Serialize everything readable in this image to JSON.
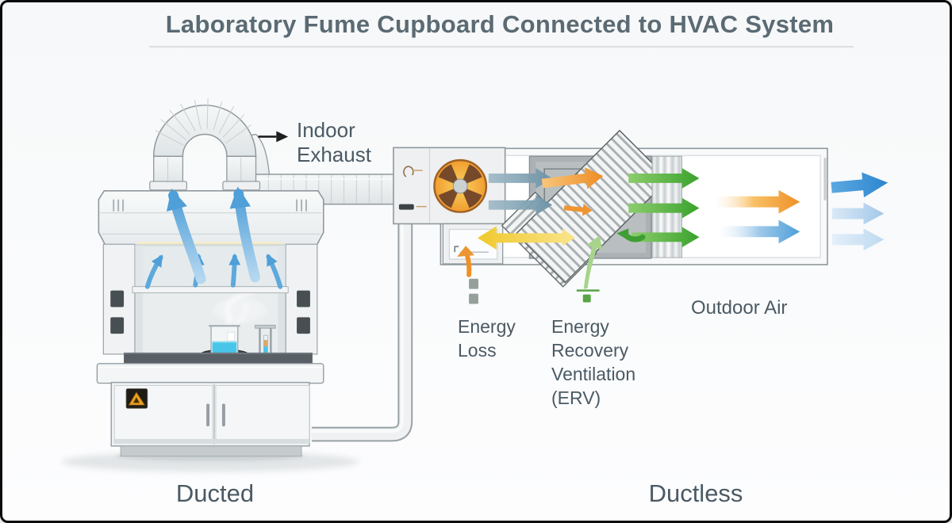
{
  "title": "Laboratory Fume Cupboard Connected to HVAC System",
  "diagram": {
    "left_system": {
      "label": "Ducted",
      "exhaust_label": "Indoor\nExhaust"
    },
    "right_system": {
      "label": "Ductless",
      "annotations": {
        "energy_loss": "Energy\nLoss",
        "erv": "Energy\nRecovery\nVentilation\n(ERV)",
        "outdoor_air": "Outdoor Air"
      }
    }
  },
  "icons": {
    "fan": "radial-fan-blades",
    "indoor_exhaust_arrow": "right-arrow",
    "airflow_up": "curved-up-arrow",
    "leader_dash": "square-dash",
    "hazard_sticker": "warning-triangle"
  },
  "colors": {
    "title": "#5b6a73",
    "label": "#4b5a64",
    "arrow_blue": "#4f9fd8",
    "arrow_blue_light": "#aed2ee",
    "arrow_steel": "#7397a9",
    "arrow_orange": "#ef9026",
    "arrow_yellow": "#f1c92d",
    "arrow_green": "#3aa22c",
    "arrow_green_light": "#a7d48a",
    "fan_bright": "#f5b93c",
    "fan_dark": "#76492a",
    "duct_fill": "#eef0f1",
    "outline": "#8f989d",
    "chamber_gray": "#abb1b4",
    "frame_border": "#0a0a0a"
  }
}
